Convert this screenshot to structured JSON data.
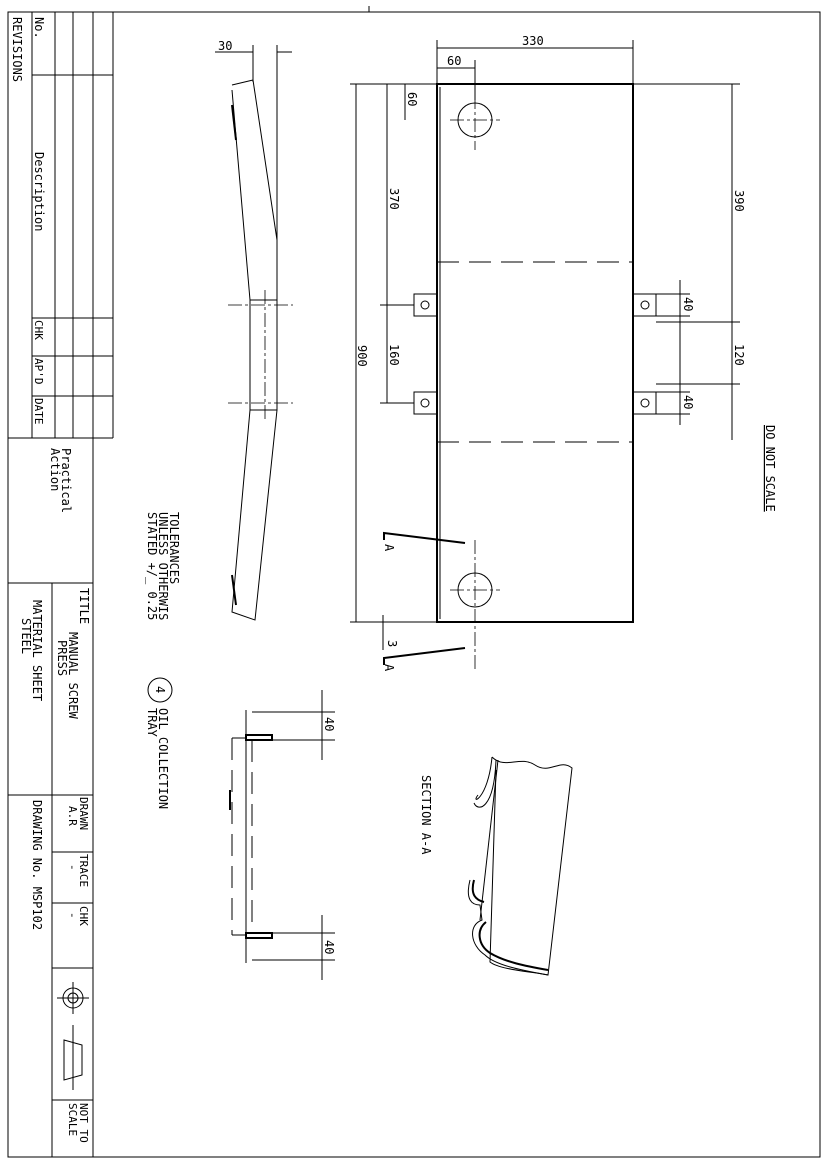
{
  "revisions": {
    "title": "REVISIONS",
    "no": "No.",
    "description": "Description",
    "chk": "CHK",
    "apd": "AP'D",
    "date": "DATE"
  },
  "title_block": {
    "company_line1": "Practical",
    "company_line2": "Action",
    "title_label": "TITLE",
    "title_line1": "MANUAL SCREW",
    "title_line2": "PRESS",
    "material_line1": "MATERIAL SHEET",
    "material_line2": "STEEL",
    "drawn_label": "DRAWN",
    "drawn_value": "A.R",
    "trace_label": "TRACE",
    "trace_value": "-",
    "chk_label": "CHK",
    "chk_value": "-",
    "drawing_no": "DRAWING No. MSP102",
    "not_to_scale_line1": "NOT TO",
    "not_to_scale_line2": "SCALE"
  },
  "notes": {
    "tolerances_line1": "TOLERANCES",
    "tolerances_line2": "UNLESS OTHERWIS",
    "tolerances_line3": "STATED +/_ 0.25",
    "part_number": "4",
    "part_name_line1": "OIL COLLECTION",
    "part_name_line2": "TRAY",
    "section_label": "SECTION A-A",
    "do_not_scale": "DO NOT SCALE",
    "section_mark_top": "A",
    "section_mark_bottom": "A"
  },
  "dimensions": {
    "side_thickness": "30",
    "plate_width": "330",
    "hole_offset_x": "60",
    "hole_offset_y": "60",
    "to_bracket": "370",
    "right_to_bracket": "390",
    "overall_length": "900",
    "bracket_spacing_left": "160",
    "bracket_width_1": "40",
    "bracket_spacing_right": "120",
    "bracket_width_2": "40",
    "lip": "3",
    "bottom_lip_1": "40",
    "bottom_lip_2": "40"
  }
}
